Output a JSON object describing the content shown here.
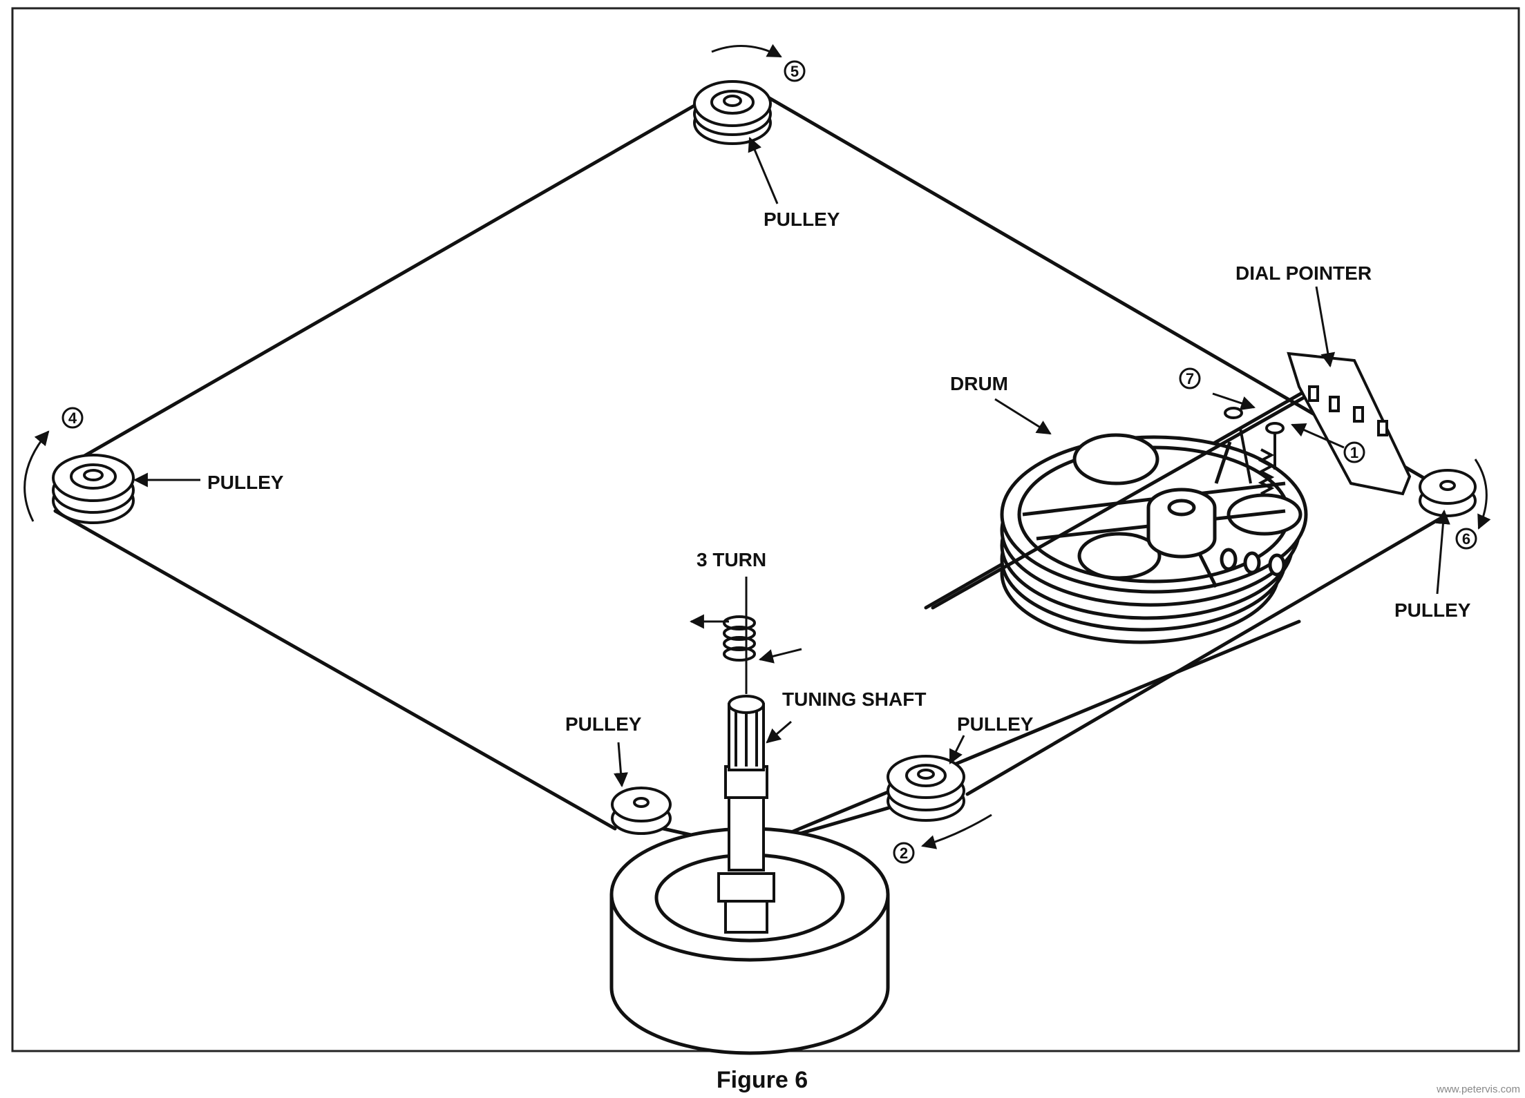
{
  "labels": {
    "pulley_top": "PULLEY",
    "pulley_left": "PULLEY",
    "pulley_bottom_left": "PULLEY",
    "pulley_bottom_right": "PULLEY",
    "pulley_right": "PULLEY",
    "dial_pointer": "DIAL POINTER",
    "drum": "DRUM",
    "three_turn": "3 TURN",
    "tuning_shaft": "TUNING SHAFT"
  },
  "steps": {
    "one": "1",
    "two": "2",
    "four": "4",
    "five": "5",
    "six": "6",
    "seven": "7"
  },
  "caption": "Figure 6",
  "watermark": "www.petervis.com"
}
